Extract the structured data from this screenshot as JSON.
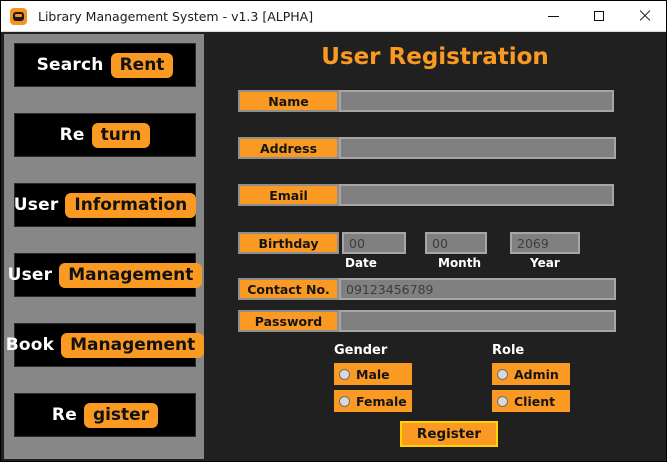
{
  "window": {
    "title": "Library Management System - v1.3 [ALPHA]",
    "icon": "app-robot-icon",
    "controls": {
      "minimize": "minimize-icon",
      "maximize": "maximize-icon",
      "close": "close-icon"
    }
  },
  "colors": {
    "accent_orange": "#fb9a22",
    "panel_dark": "#202020",
    "sidebar_grey": "#878787",
    "input_grey": "#808080",
    "input_border": "#a6a6a6",
    "focus_yellow": "#ffd200",
    "button_black": "#000000"
  },
  "sidebar": {
    "items": [
      {
        "plain": "Search",
        "pill": "Rent",
        "name": "sidebar-item-search-rent"
      },
      {
        "plain": "Re",
        "pill": "turn",
        "name": "sidebar-item-return"
      },
      {
        "plain": "User",
        "pill": "Information",
        "name": "sidebar-item-user-information"
      },
      {
        "plain": "User",
        "pill": "Management",
        "name": "sidebar-item-user-management"
      },
      {
        "plain": "Book",
        "pill": "Management",
        "name": "sidebar-item-book-management"
      },
      {
        "plain": "Re",
        "pill": "gister",
        "name": "sidebar-item-register"
      }
    ]
  },
  "main": {
    "title": "User Registration",
    "fields": [
      {
        "label": "Name",
        "value": "",
        "placeholder": ""
      },
      {
        "label": "Address",
        "value": "",
        "placeholder": ""
      },
      {
        "label": "Email",
        "value": "",
        "placeholder": ""
      },
      {
        "label": "Birthday",
        "value": "",
        "placeholder": ""
      },
      {
        "label": "Contact No.",
        "value": "",
        "placeholder": "09123456789"
      },
      {
        "label": "Password",
        "value": "",
        "placeholder": ""
      }
    ],
    "birthday": {
      "day": {
        "placeholder": "00",
        "sub_label": "Date"
      },
      "month": {
        "placeholder": "00",
        "sub_label": "Month"
      },
      "year": {
        "placeholder": "2069",
        "sub_label": "Year"
      }
    },
    "gender": {
      "title": "Gender",
      "options": [
        {
          "label": "Male",
          "selected": false
        },
        {
          "label": "Female",
          "selected": false
        }
      ]
    },
    "role": {
      "title": "Role",
      "options": [
        {
          "label": "Admin",
          "selected": false
        },
        {
          "label": "Client",
          "selected": false
        }
      ]
    },
    "submit_label": "Register"
  }
}
